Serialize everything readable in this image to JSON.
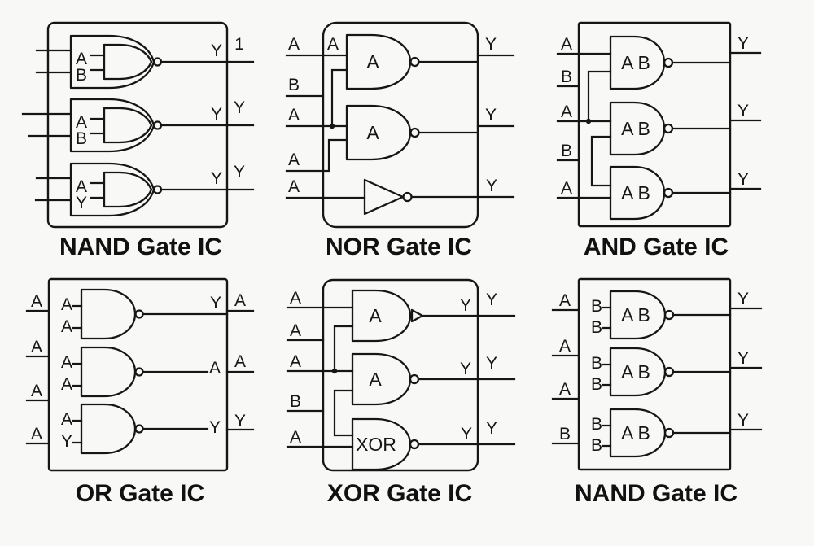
{
  "colors": {
    "background": "#f8f8f6",
    "line": "#161616"
  },
  "titles": [
    "NAND Gate IC",
    "NOR Gate IC",
    "AND Gate IC",
    "OR Gate IC",
    "XOR Gate IC",
    "NAND Gate IC"
  ],
  "nand1": {
    "gates": [
      {
        "in1": "A",
        "in2": "B",
        "out_in": "Y",
        "out_ext": "1"
      },
      {
        "in1": "A",
        "in2": "B",
        "out_in": "Y",
        "out_ext": "Y"
      },
      {
        "in1": "A",
        "in2": "Y",
        "out_in": "Y",
        "out_ext": "Y"
      }
    ]
  },
  "nor": {
    "pins": [
      "A",
      "B",
      "A",
      "A",
      "A"
    ],
    "pin_inner": "A",
    "gate_labels": [
      "A",
      "A"
    ],
    "outputs": [
      "Y",
      "Y",
      "Y"
    ]
  },
  "and": {
    "pins": [
      "A",
      "B",
      "A",
      "B",
      "A"
    ],
    "gate_labels": [
      "A B",
      "A B",
      "A B"
    ],
    "outputs": [
      "Y",
      "Y",
      "Y"
    ]
  },
  "or": {
    "pins": [
      "A",
      "A",
      "A",
      "A"
    ],
    "gates": [
      {
        "in1": "A",
        "in2": "A",
        "out_in": "Y",
        "out_ext": "A"
      },
      {
        "in1": "A",
        "in2": "A",
        "out_in": "A",
        "out_ext": "A"
      },
      {
        "in1": "A",
        "in2": "Y",
        "out_in": "Y",
        "out_ext": "Y"
      }
    ]
  },
  "xor": {
    "pins": [
      "A",
      "A",
      "A",
      "B",
      "A"
    ],
    "gate_labels": [
      "A",
      "A",
      "XOR"
    ],
    "out_in": [
      "Y",
      "Y",
      "Y"
    ],
    "out_ext": [
      "Y",
      "Y",
      "Y"
    ]
  },
  "nand2": {
    "pins": [
      "A",
      "A",
      "A",
      "B"
    ],
    "gates": [
      {
        "t1": "B",
        "t2": "B",
        "c": "A B"
      },
      {
        "t1": "B",
        "t2": "B",
        "c": "A B"
      },
      {
        "t1": "B",
        "t2": "B",
        "c": "A B"
      }
    ],
    "outputs": [
      "Y",
      "Y",
      "Y"
    ]
  }
}
